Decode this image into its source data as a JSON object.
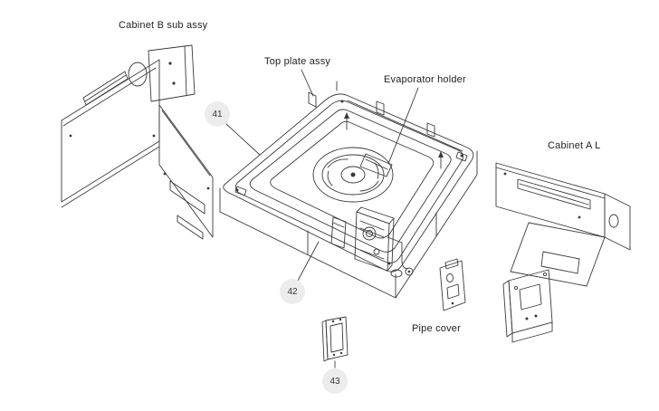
{
  "diagram": {
    "title_context": "Exploded parts view",
    "labels": {
      "cabinet_b": "Cabinet B sub assy",
      "top_plate": "Top plate assy",
      "evaporator_holder": "Evaporator holder",
      "cabinet_a": "Cabinet A L",
      "pipe_cover": "Pipe cover"
    },
    "balloons": [
      {
        "number": "41"
      },
      {
        "number": "42"
      },
      {
        "number": "43"
      }
    ],
    "colors": {
      "line": "#3a3a3a",
      "balloon_fill": "#ececec",
      "background": "#ffffff",
      "text": "#1f1f1f"
    }
  }
}
